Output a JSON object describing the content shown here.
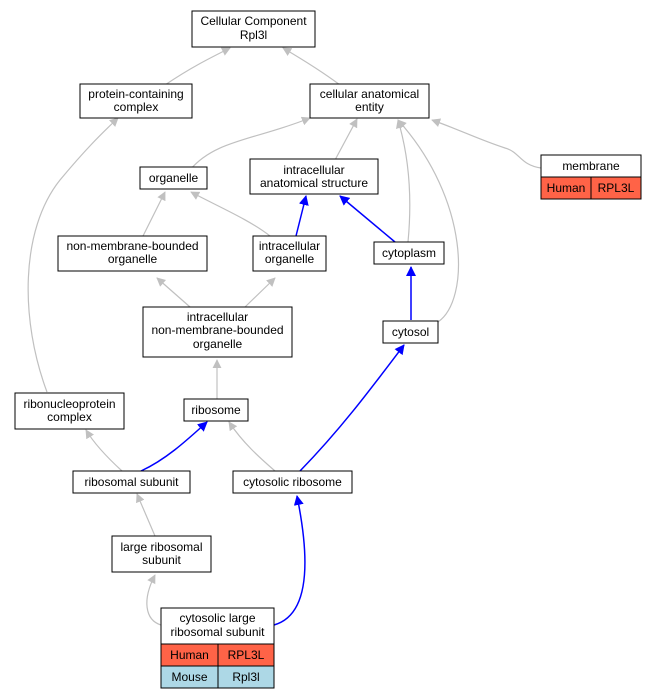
{
  "colors": {
    "node_border": "#000000",
    "node_fill": "#ffffff",
    "edge_default": "#c0c0c0",
    "edge_highlight": "#0000ff",
    "human_fill": "#ff6347",
    "mouse_fill": "#add8e6"
  },
  "nodes": {
    "root": {
      "lines": [
        "Cellular Component",
        "Rpl3l"
      ]
    },
    "protein_complex": {
      "lines": [
        "protein-containing",
        "complex"
      ]
    },
    "anatomical_entity": {
      "lines": [
        "cellular anatomical",
        "entity"
      ]
    },
    "organelle": {
      "lines": [
        "organelle"
      ]
    },
    "intracellular_structure": {
      "lines": [
        "intracellular",
        "anatomical structure"
      ]
    },
    "membrane": {
      "lines": [
        "membrane"
      ],
      "species": [
        {
          "label": "Human",
          "gene": "RPL3L"
        }
      ]
    },
    "non_membrane_organelle": {
      "lines": [
        "non-membrane-bounded",
        "organelle"
      ]
    },
    "intracellular_organelle": {
      "lines": [
        "intracellular",
        "organelle"
      ]
    },
    "cytoplasm": {
      "lines": [
        "cytoplasm"
      ]
    },
    "intra_non_membrane_organelle": {
      "lines": [
        "intracellular",
        "non-membrane-bounded",
        "organelle"
      ]
    },
    "cytosol": {
      "lines": [
        "cytosol"
      ]
    },
    "rnp_complex": {
      "lines": [
        "ribonucleoprotein",
        "complex"
      ]
    },
    "ribosome": {
      "lines": [
        "ribosome"
      ]
    },
    "ribosomal_subunit": {
      "lines": [
        "ribosomal subunit"
      ]
    },
    "cytosolic_ribosome": {
      "lines": [
        "cytosolic ribosome"
      ]
    },
    "large_subunit": {
      "lines": [
        "large ribosomal",
        "subunit"
      ]
    },
    "cytosolic_large_subunit": {
      "lines": [
        "cytosolic large",
        "ribosomal subunit"
      ],
      "species": [
        {
          "label": "Human",
          "gene": "RPL3L"
        },
        {
          "label": "Mouse",
          "gene": "Rpl3l"
        }
      ]
    }
  }
}
